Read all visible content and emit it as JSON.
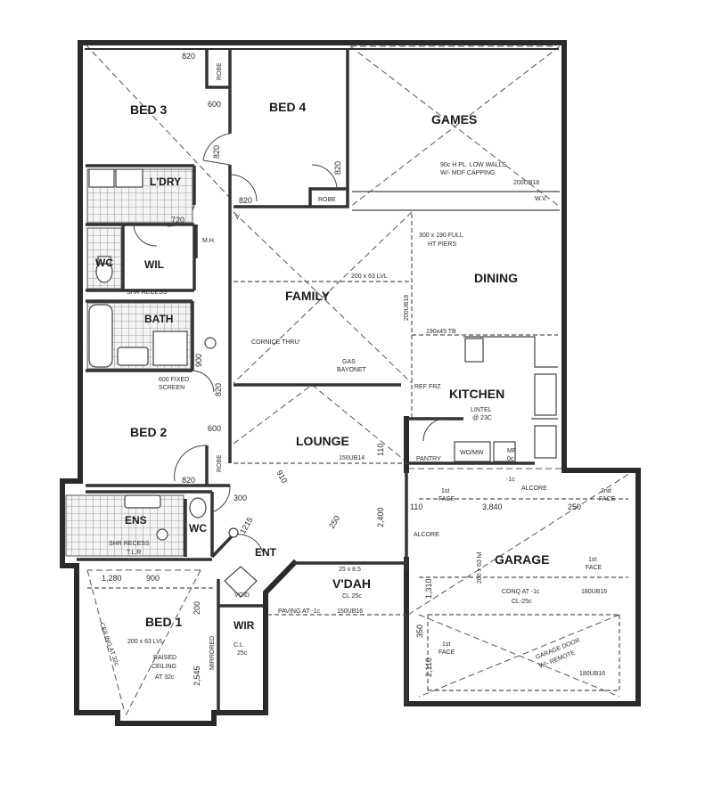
{
  "rooms": {
    "bed3": "BED 3",
    "bed4": "BED 4",
    "games": "GAMES",
    "ldry": "L'DRY",
    "wc1": "WC",
    "wil": "WIL",
    "bath": "BATH",
    "family": "FAMILY",
    "dining": "DINING",
    "kitchen": "KITCHEN",
    "bed2": "BED 2",
    "lounge": "LOUNGE",
    "ens": "ENS",
    "wc2": "WC",
    "ent": "ENT",
    "vdah": "V'DAH",
    "garage": "GARAGE",
    "bed1": "BED 1",
    "wir": "WIR"
  },
  "labels": {
    "robe1": "ROBE",
    "robe2": "ROBE",
    "robe3": "ROBE",
    "mh": "M.H.",
    "v": "V",
    "pantry": "PANTRY",
    "wo_mw": "WO/MW",
    "void": "VOID",
    "cl": "C.L",
    "cl_val": "25c",
    "ref_frz": "REF\nFRZ",
    "mf": "MF",
    "mf_val": "0c"
  },
  "notes": {
    "low_walls": "90c H PL. LOW WALLS",
    "mdf": "W/- MDF CAPPING",
    "beam_games": "200UB18",
    "wv": "W.V.",
    "piers": "300 x 190 FULL",
    "piers2": "HT PIERS",
    "lvl_family": "200 x 63 LVL",
    "beam_family": "200UB18",
    "tb": "190x45 TB",
    "cornice": "CORNICE THRU'",
    "gas": "GAS",
    "bayonet": "BAYONET",
    "lintel": "LINTEL",
    "lintel_val": "@ 23C",
    "fixed_screen": "600 FIXED",
    "screen": "SCREEN",
    "lounge_beam": "150UB14",
    "alcore1": "ALCORE",
    "alcore2": "ALCORE",
    "face1": "1st",
    "face1b": "FACE",
    "face2": "2nd",
    "face2b": "FACE",
    "face3": "1st",
    "face3b": "FACE",
    "face4": "1st",
    "face4b": "FACE",
    "conc": "CONQ AT -1c",
    "cl_garage": "CL-25c",
    "garage_beam": "180UB16",
    "garage_door": "GARAGE DOOR",
    "remote": "W/- REMOTE",
    "garage_beam2": "180UB16",
    "lvl_bed1": "200 x 63 LVL",
    "raised": "RAISED",
    "ceiling": "CEILING",
    "at32": "AT 32c",
    "mirrored": "MIRRORED",
    "ceiling_side": "CEILING AT 32c",
    "vdah_size": "25 x 8.5",
    "vdah_cl": "CL 25c",
    "paving": "PAVING AT -1c",
    "paving_beam": "150UB16",
    "shr_bath": "SHR RECESS",
    "ens_shr": "SHR RECESS",
    "minus1c": "-1c",
    "gar_lvl": "200 x 63 lvl",
    "tlr": "T.L.R"
  },
  "dims": {
    "d820a": "820",
    "d600a": "600",
    "d820b": "820",
    "d820c": "820",
    "d820d": "820",
    "d720": "720",
    "d900": "900",
    "d820e": "820",
    "d600b": "600",
    "d820f": "820",
    "d300": "300",
    "d110a": "110",
    "d3840": "3,840",
    "d250": "250",
    "d2400": "2,400",
    "d110b": "110",
    "d1280": "1,280",
    "d900b": "900",
    "d2545": "2,545",
    "d200": "200",
    "d1310": "1,310",
    "d350": "350",
    "d2110": "2,110",
    "d1215": "1215",
    "d250b": "250",
    "d910": "910"
  },
  "colors": {
    "wall": "#2a2a2a",
    "ink": "#1a1a1a",
    "paper": "#ffffff"
  }
}
